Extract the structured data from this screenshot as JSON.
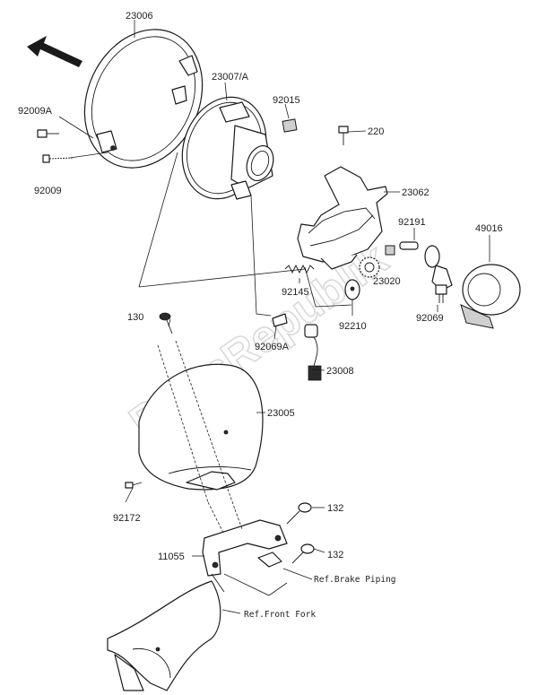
{
  "watermark": "PartsRepublik",
  "labels": {
    "p23006": "23006",
    "p23007a": "23007/A",
    "p92015": "92015",
    "p92009a": "92009A",
    "p92009": "92009",
    "p220": "220",
    "p23062": "23062",
    "p92191": "92191",
    "p49016": "49016",
    "p23020": "23020",
    "p92145": "92145",
    "p92210": "92210",
    "p92069": "92069",
    "p130": "130",
    "p92069a": "92069A",
    "p23008": "23008",
    "p23005": "23005",
    "p92172": "92172",
    "p132a": "132",
    "p132b": "132",
    "p11055": "11055",
    "ref_brake": "Ref.Brake Piping",
    "ref_fork": "Ref.Front Fork"
  },
  "icons": {
    "direction_arrow": "front-direction-arrow-icon"
  }
}
